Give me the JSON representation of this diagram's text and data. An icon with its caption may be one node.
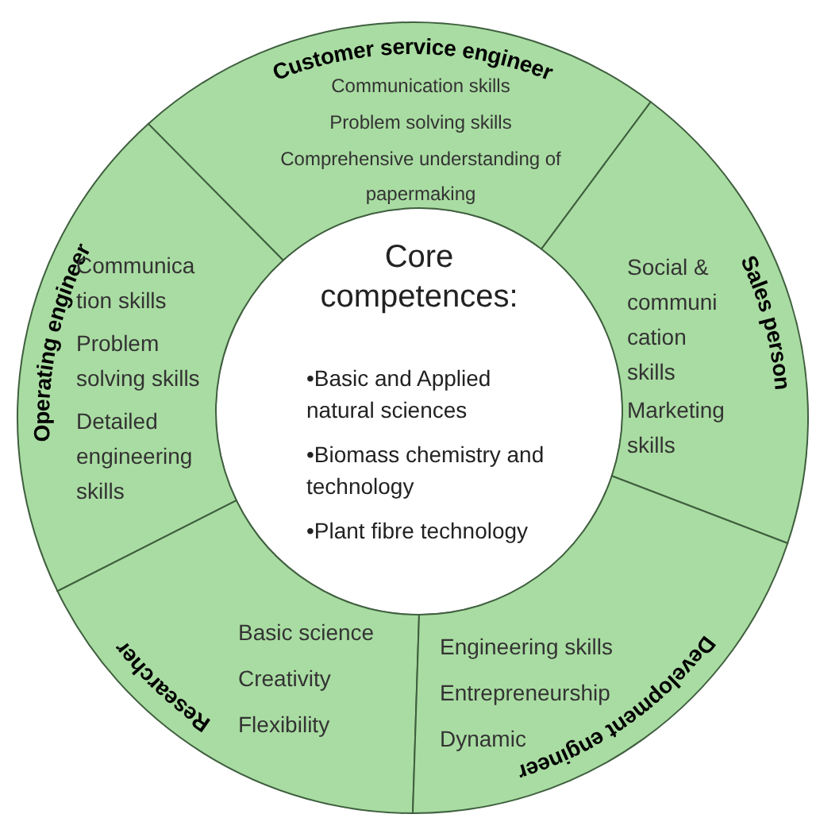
{
  "diagram": {
    "nodes": [
      {
        "text": [
          "Customer service engineer",
          "Communication skills",
          "Problem solving skills",
          "Comprehensive understanding of papermaking"
        ]
      },
      {
        "text": [
          "Operating engineer",
          "Communica tion skills",
          "Problem solving skills",
          "Detailed engineering skills"
        ]
      },
      {
        "text": [
          "Core competences:",
          "•Basic and Applied natural sciences",
          "•Biomass chemistry and technology",
          "•Plant fibre technology"
        ]
      },
      {
        "text": [
          "Social & communi cation skills",
          "Marketing skills",
          "Sales person"
        ]
      },
      {
        "text": [
          "Basic science",
          "Creativity",
          "Flexibility",
          "Researcher"
        ]
      },
      {
        "text": [
          "Engineering skills",
          "Entrepreneurship",
          "Dynamic",
          "Development engineer"
        ]
      }
    ]
  }
}
